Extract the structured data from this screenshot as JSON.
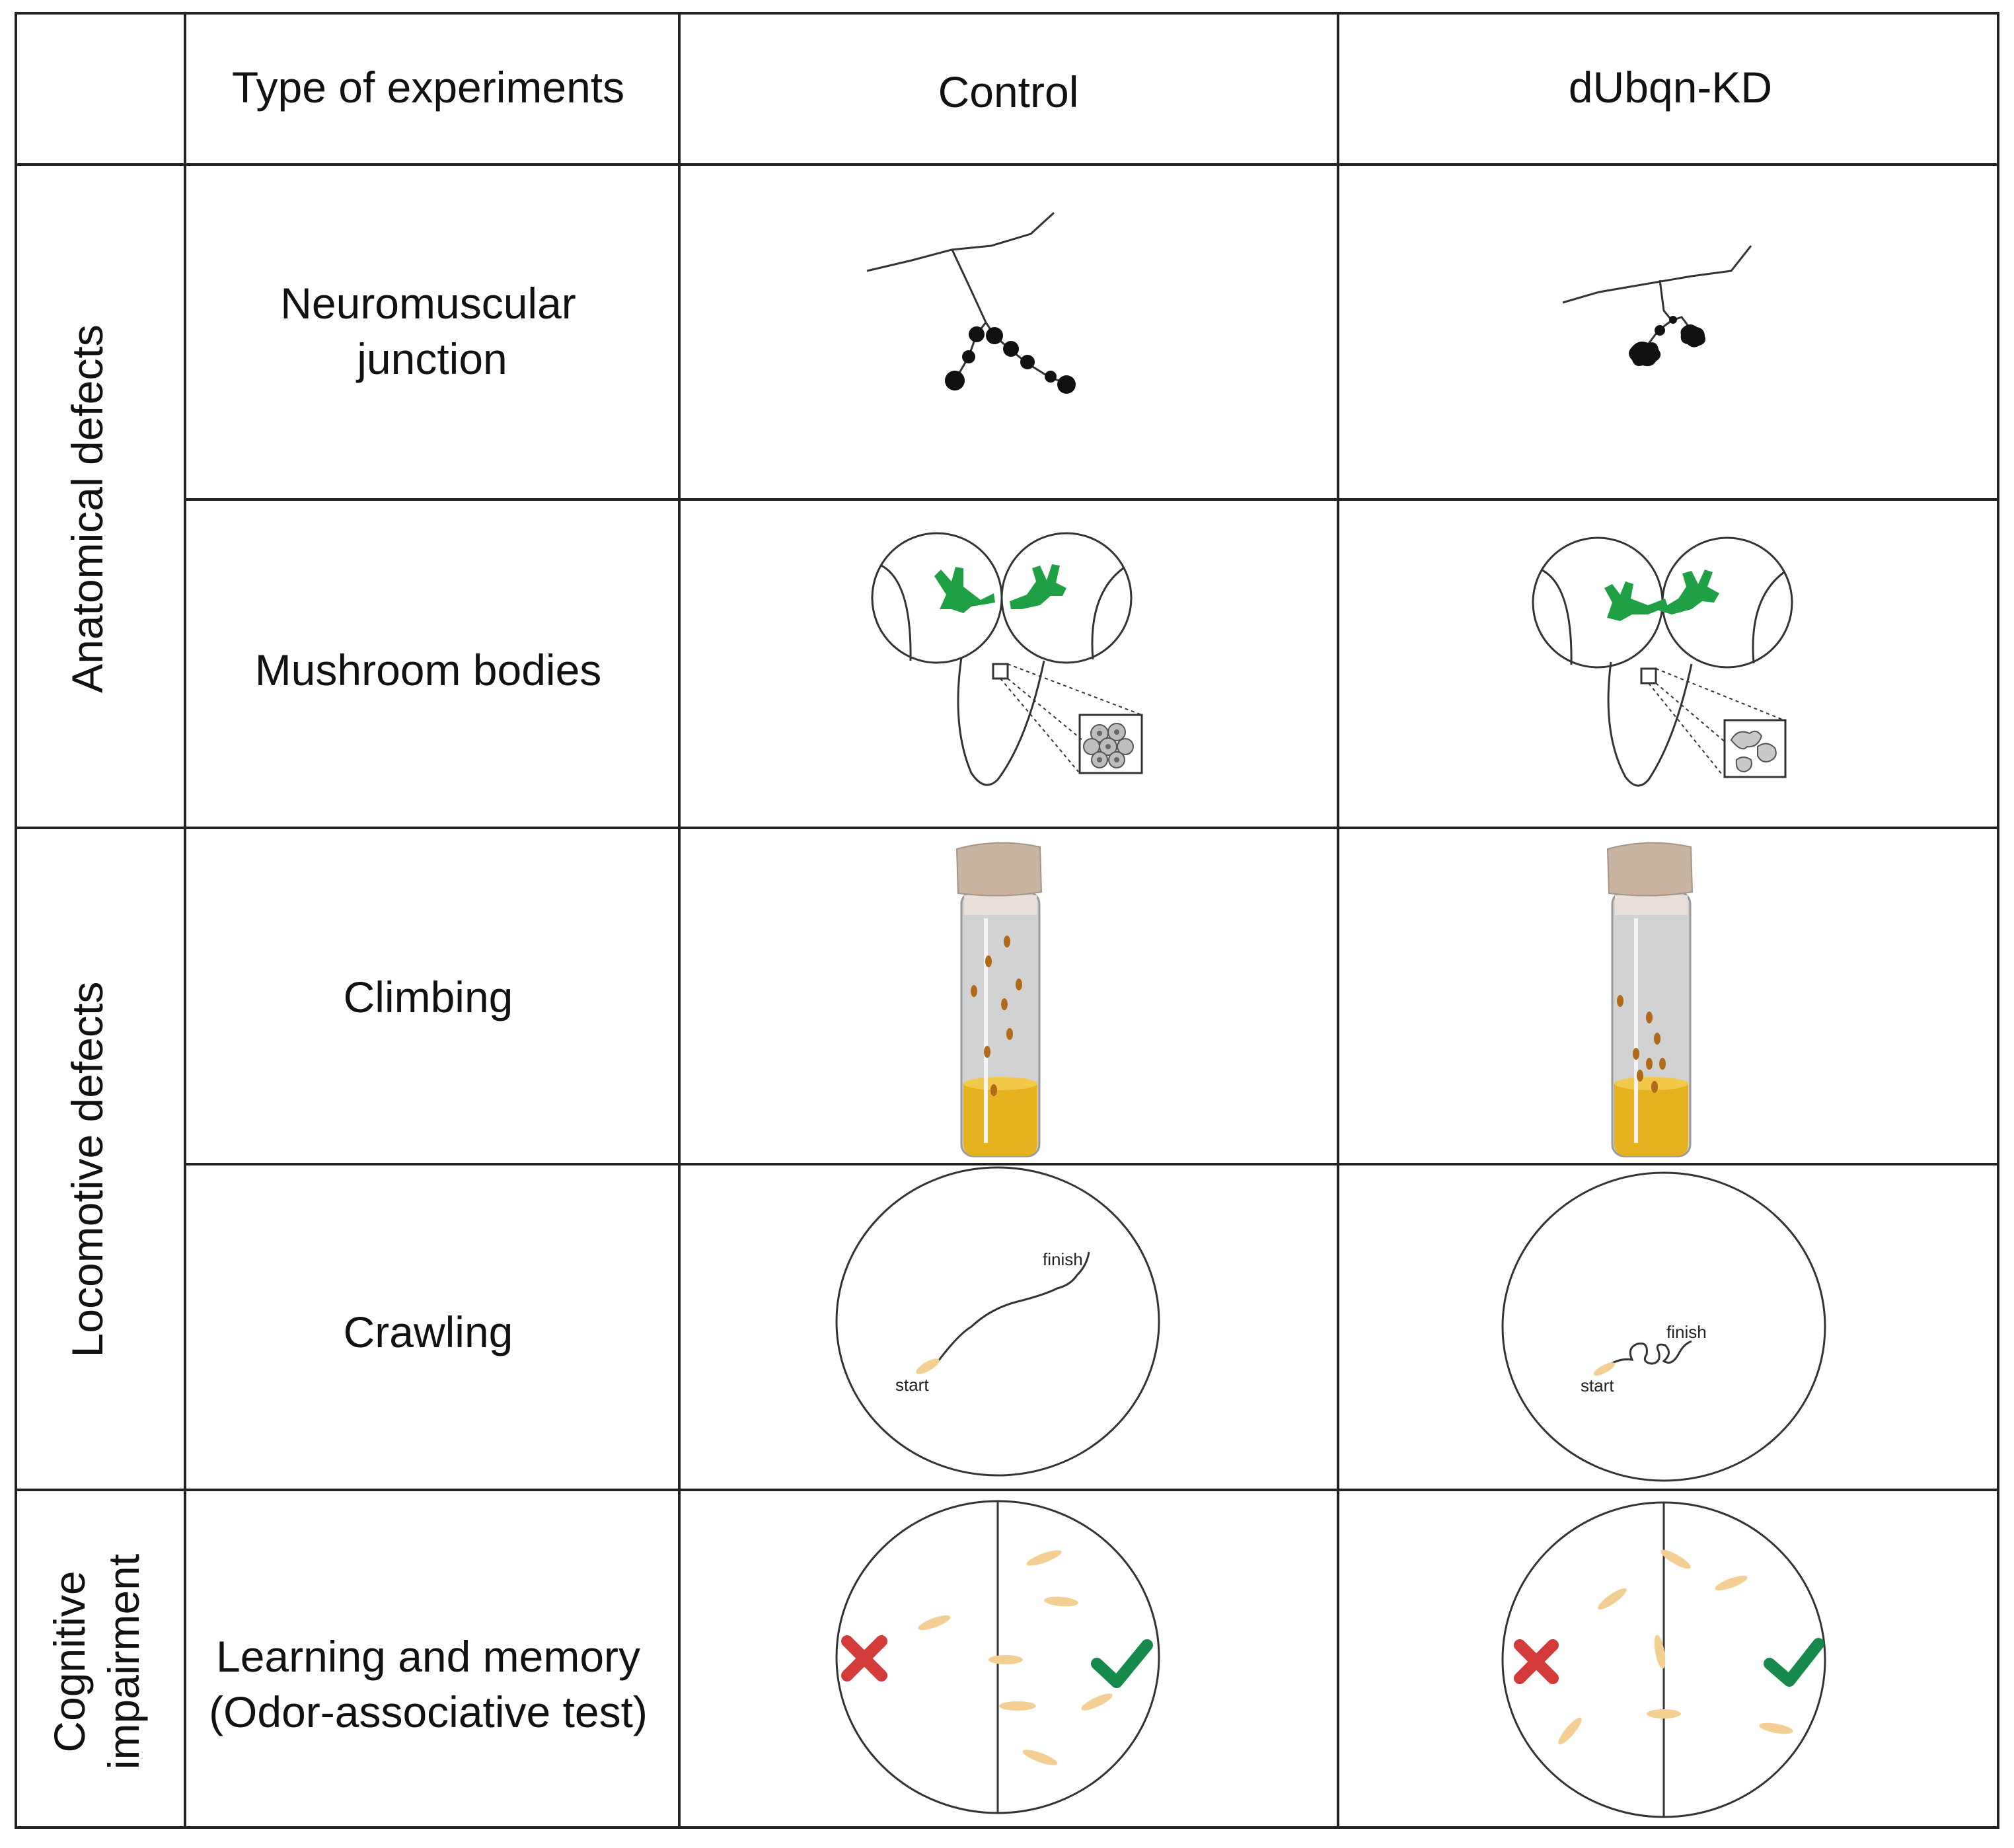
{
  "table": {
    "header": {
      "corner": "",
      "experiments": "Type of experiments",
      "control": "Control",
      "kd": "dUbqn-KD"
    },
    "groups": [
      {
        "label": "Anatomical defects"
      },
      {
        "label": "Locomotive defects"
      },
      {
        "label_line1": "Cognitive",
        "label_line2": "impairment"
      }
    ],
    "rows": [
      {
        "line1": "Neuromuscular",
        "line2": "junction"
      },
      {
        "line1": "Mushroom bodies"
      },
      {
        "line1": "Climbing"
      },
      {
        "line1": "Crawling"
      },
      {
        "line1": "Learning and memory",
        "line2": "(Odor-associative test)"
      }
    ]
  },
  "crawling": {
    "start": "start",
    "finish": "finish"
  },
  "colors": {
    "mushroom_body": "#1fa044",
    "food": "#e6b220",
    "cap": "#c8b4a0",
    "larva": "#f3cf93",
    "cross": "#d33a3a",
    "check": "#168a4a",
    "grid": "#222222"
  }
}
